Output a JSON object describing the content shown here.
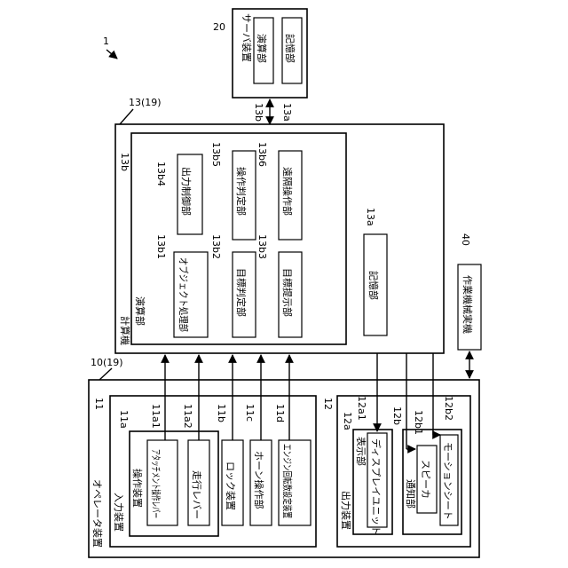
{
  "figure_number": "1",
  "server": {
    "ref": "20",
    "title": "サーバ装置",
    "calc": "演算部",
    "storage": "記憶部",
    "calc_ref": "13b",
    "storage_ref": "13a"
  },
  "computer": {
    "ref": "13(19)",
    "title": "計算機",
    "calc_unit": {
      "ref": "13b",
      "title": "演算部",
      "modules": [
        {
          "ref": "13b4",
          "label": "出力制御部"
        },
        {
          "ref": "13b5",
          "label": "操作判定部"
        },
        {
          "ref": "13b6",
          "label": "遠隔操作部"
        },
        {
          "ref": "13b1",
          "label": "オブジェクト処理部"
        },
        {
          "ref": "13b2",
          "label": "目標判定部"
        },
        {
          "ref": "13b3",
          "label": "目標提示部"
        }
      ]
    },
    "storage": {
      "ref": "13a",
      "label": "記憶部"
    }
  },
  "work_machine": {
    "ref": "40",
    "label": "作業機械実機"
  },
  "operator_device": {
    "ref": "10(19)",
    "title": "オペレータ装置",
    "input": {
      "ref": "11",
      "title": "入力装置",
      "operation_device": {
        "ref": "11a",
        "title": "操作装置",
        "attachment_lever": {
          "ref": "11a1",
          "label": "アタッチメント操作レバー"
        },
        "travel_lever": {
          "ref": "11a2",
          "label": "走行レバー"
        }
      },
      "lock": {
        "ref": "11b",
        "label": "ロック装置"
      },
      "horn": {
        "ref": "11c",
        "label": "ホーン操作部"
      },
      "engine": {
        "ref": "11d",
        "label": "エンジン回転数設定装置"
      }
    },
    "output": {
      "ref": "12",
      "title": "出力装置",
      "display": {
        "ref": "12a",
        "title": "表示部",
        "unit_ref": "12a1",
        "unit": "ディスプレイユニット"
      },
      "notify": {
        "ref": "12b",
        "title": "通知部",
        "speaker_ref": "12b1",
        "speaker": "スピーカ",
        "seat_ref": "12b2",
        "seat": "モーションシート"
      }
    }
  }
}
